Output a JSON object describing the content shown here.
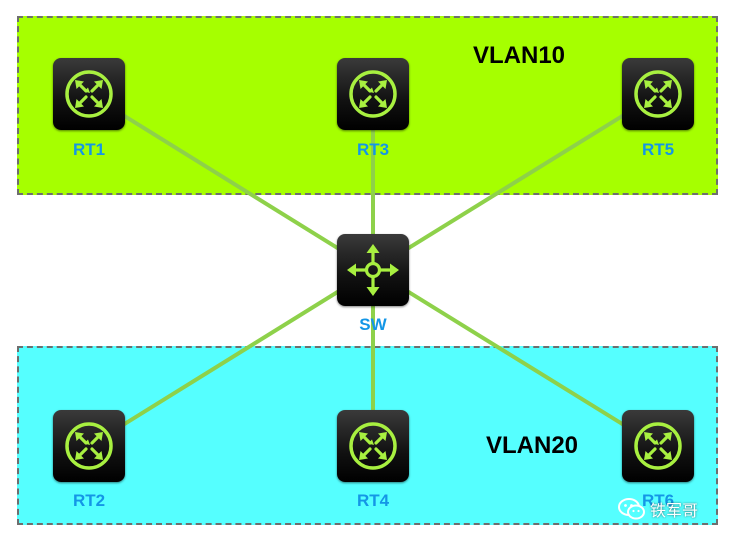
{
  "zones": {
    "vlan10": {
      "label": "VLAN10",
      "color": "#a6ff00"
    },
    "vlan20": {
      "label": "VLAN20",
      "color": "#55ffff"
    }
  },
  "devices": {
    "rt1": {
      "label": "RT1",
      "icon": "router-icon"
    },
    "rt3": {
      "label": "RT3",
      "icon": "router-icon"
    },
    "rt5": {
      "label": "RT5",
      "icon": "router-icon"
    },
    "sw": {
      "label": "SW",
      "icon": "switch-icon"
    },
    "rt2": {
      "label": "RT2",
      "icon": "router-icon"
    },
    "rt4": {
      "label": "RT4",
      "icon": "router-icon"
    },
    "rt6": {
      "label": "RT6",
      "icon": "router-icon"
    }
  },
  "links": [
    [
      "sw",
      "rt1"
    ],
    [
      "sw",
      "rt3"
    ],
    [
      "sw",
      "rt5"
    ],
    [
      "sw",
      "rt2"
    ],
    [
      "sw",
      "rt4"
    ],
    [
      "sw",
      "rt6"
    ]
  ],
  "colors": {
    "link": "#8ed14a",
    "icon": "#a8f040",
    "label": "#1496e6"
  },
  "watermark": {
    "text": "铁军哥",
    "icon": "wechat-icon"
  }
}
